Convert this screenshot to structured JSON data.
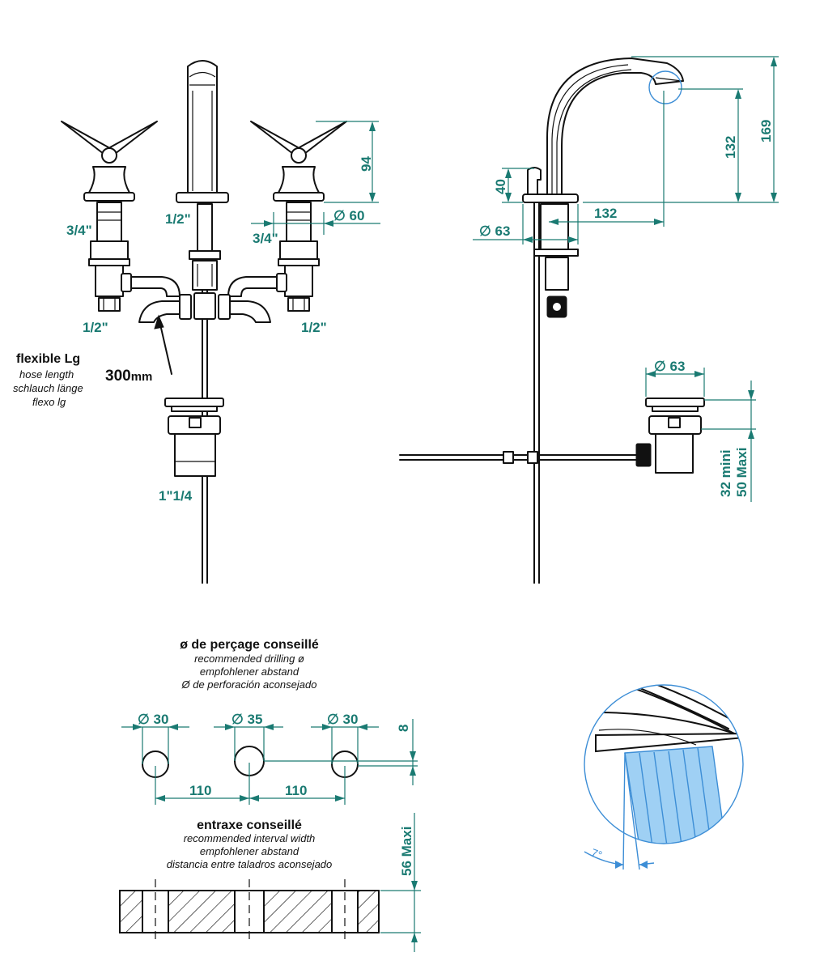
{
  "front_view": {
    "handle_thread_left": "3/4\"",
    "handle_thread_right": "3/4\"",
    "spout_thread": "1/2\"",
    "inlet_left": "1/2\"",
    "inlet_right": "1/2\"",
    "dim_height": "94",
    "dim_diameter": "∅ 60",
    "drain_thread": "1\"1/4",
    "hose_title": "flexible Lg",
    "hose_de": "hose length",
    "hose_en": "schlauch länge",
    "hose_es": "flexo lg",
    "hose_length": "300",
    "hose_unit": "mm"
  },
  "side_view": {
    "dim_spout_reach": "132",
    "dim_spout_height": "132",
    "dim_total_height": "169",
    "dim_base_height": "40",
    "dim_base_diameter": "∅ 63",
    "drain_diameter": "∅ 63",
    "drain_range_min": "32  mini",
    "drain_range_max": "50 Maxi"
  },
  "drilling": {
    "title": "ø de perçage conseillé",
    "line_en": "recommended drilling ø",
    "line_de": "empfohlener abstand",
    "line_es": "Ø de perforación aconsejado",
    "hole_left": "∅ 30",
    "hole_center": "∅ 35",
    "hole_right": "∅ 30",
    "offset": "8",
    "spacing_left": "110",
    "spacing_right": "110"
  },
  "interval": {
    "title": "entraxe conseillé",
    "line_en": "recommended interval width",
    "line_de": "empfohlener abstand",
    "line_es": "distancia entre taladros aconsejado",
    "max_thickness": "56 Maxi"
  },
  "detail": {
    "angle": "7°"
  },
  "colors": {
    "dimension": "#1a7a72",
    "detail": "#3d8ed6",
    "linework": "#111111"
  }
}
